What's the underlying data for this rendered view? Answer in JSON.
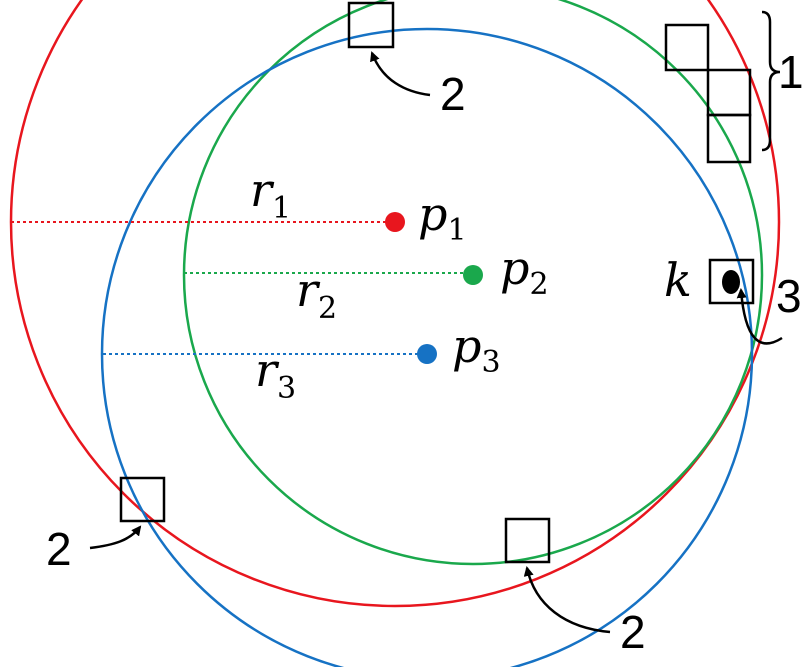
{
  "colors": {
    "circle_1": "#e8161e",
    "circle_2": "#1aa84c",
    "circle_3": "#1672c4",
    "point_k": "#000000",
    "outline": "#000000"
  },
  "labels": {
    "r1": {
      "main": "r",
      "sub": "1"
    },
    "r2": {
      "main": "r",
      "sub": "2"
    },
    "r3": {
      "main": "r",
      "sub": "3"
    },
    "p1": {
      "main": "p",
      "sub": "1"
    },
    "p2": {
      "main": "p",
      "sub": "2"
    },
    "p3": {
      "main": "p",
      "sub": "3"
    },
    "k": "k"
  },
  "callouts": {
    "label_1": "1",
    "label_2_top": "2",
    "label_2_left": "2",
    "label_2_bottom": "2",
    "label_3": "3"
  }
}
